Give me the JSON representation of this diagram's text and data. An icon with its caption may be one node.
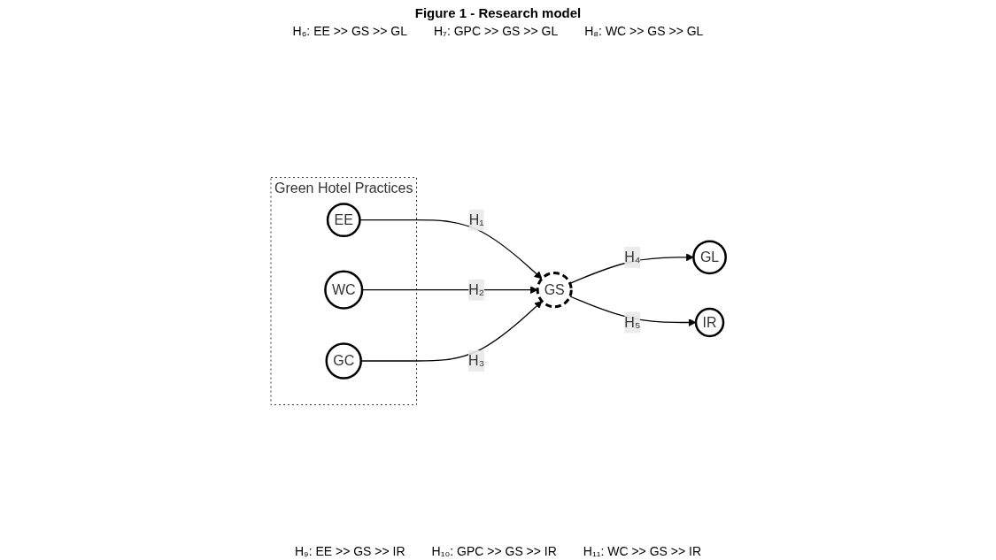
{
  "diagram": {
    "title": "Figure 1 - Research model",
    "nodes": [
      {
        "text": [
          "Green Hotel Practices"
        ]
      },
      {
        "text": [
          "EE"
        ],
        "in": 0
      },
      {
        "text": [
          "WC"
        ],
        "in": 0
      },
      {
        "text": [
          "GC"
        ],
        "in": 0
      },
      {
        "text": [
          "GS"
        ]
      },
      {
        "text": [
          "GL"
        ]
      },
      {
        "text": [
          "IR"
        ]
      }
    ],
    "edges": [
      {
        "from": 1,
        "to": 4,
        "arrow": "to",
        "label": "H₁"
      },
      {
        "from": 2,
        "to": 4,
        "arrow": "to",
        "label": "H₂"
      },
      {
        "from": 3,
        "to": 4,
        "arrow": "to",
        "label": "H₃"
      },
      {
        "from": 4,
        "to": 5,
        "arrow": "to",
        "label": "H₄"
      },
      {
        "from": 4,
        "to": 6,
        "arrow": "to",
        "label": "H₅"
      }
    ],
    "labels": [
      "H₆: EE >> GS >> GL",
      "H₇: GPC >> GS >> GL",
      "H₈: WC >> GS >> GL",
      "H₉: EE >> GS >> IR",
      "H₁₀: GPC >> GS >> IR",
      "H₁₁: WC >> GS >> IR"
    ]
  }
}
